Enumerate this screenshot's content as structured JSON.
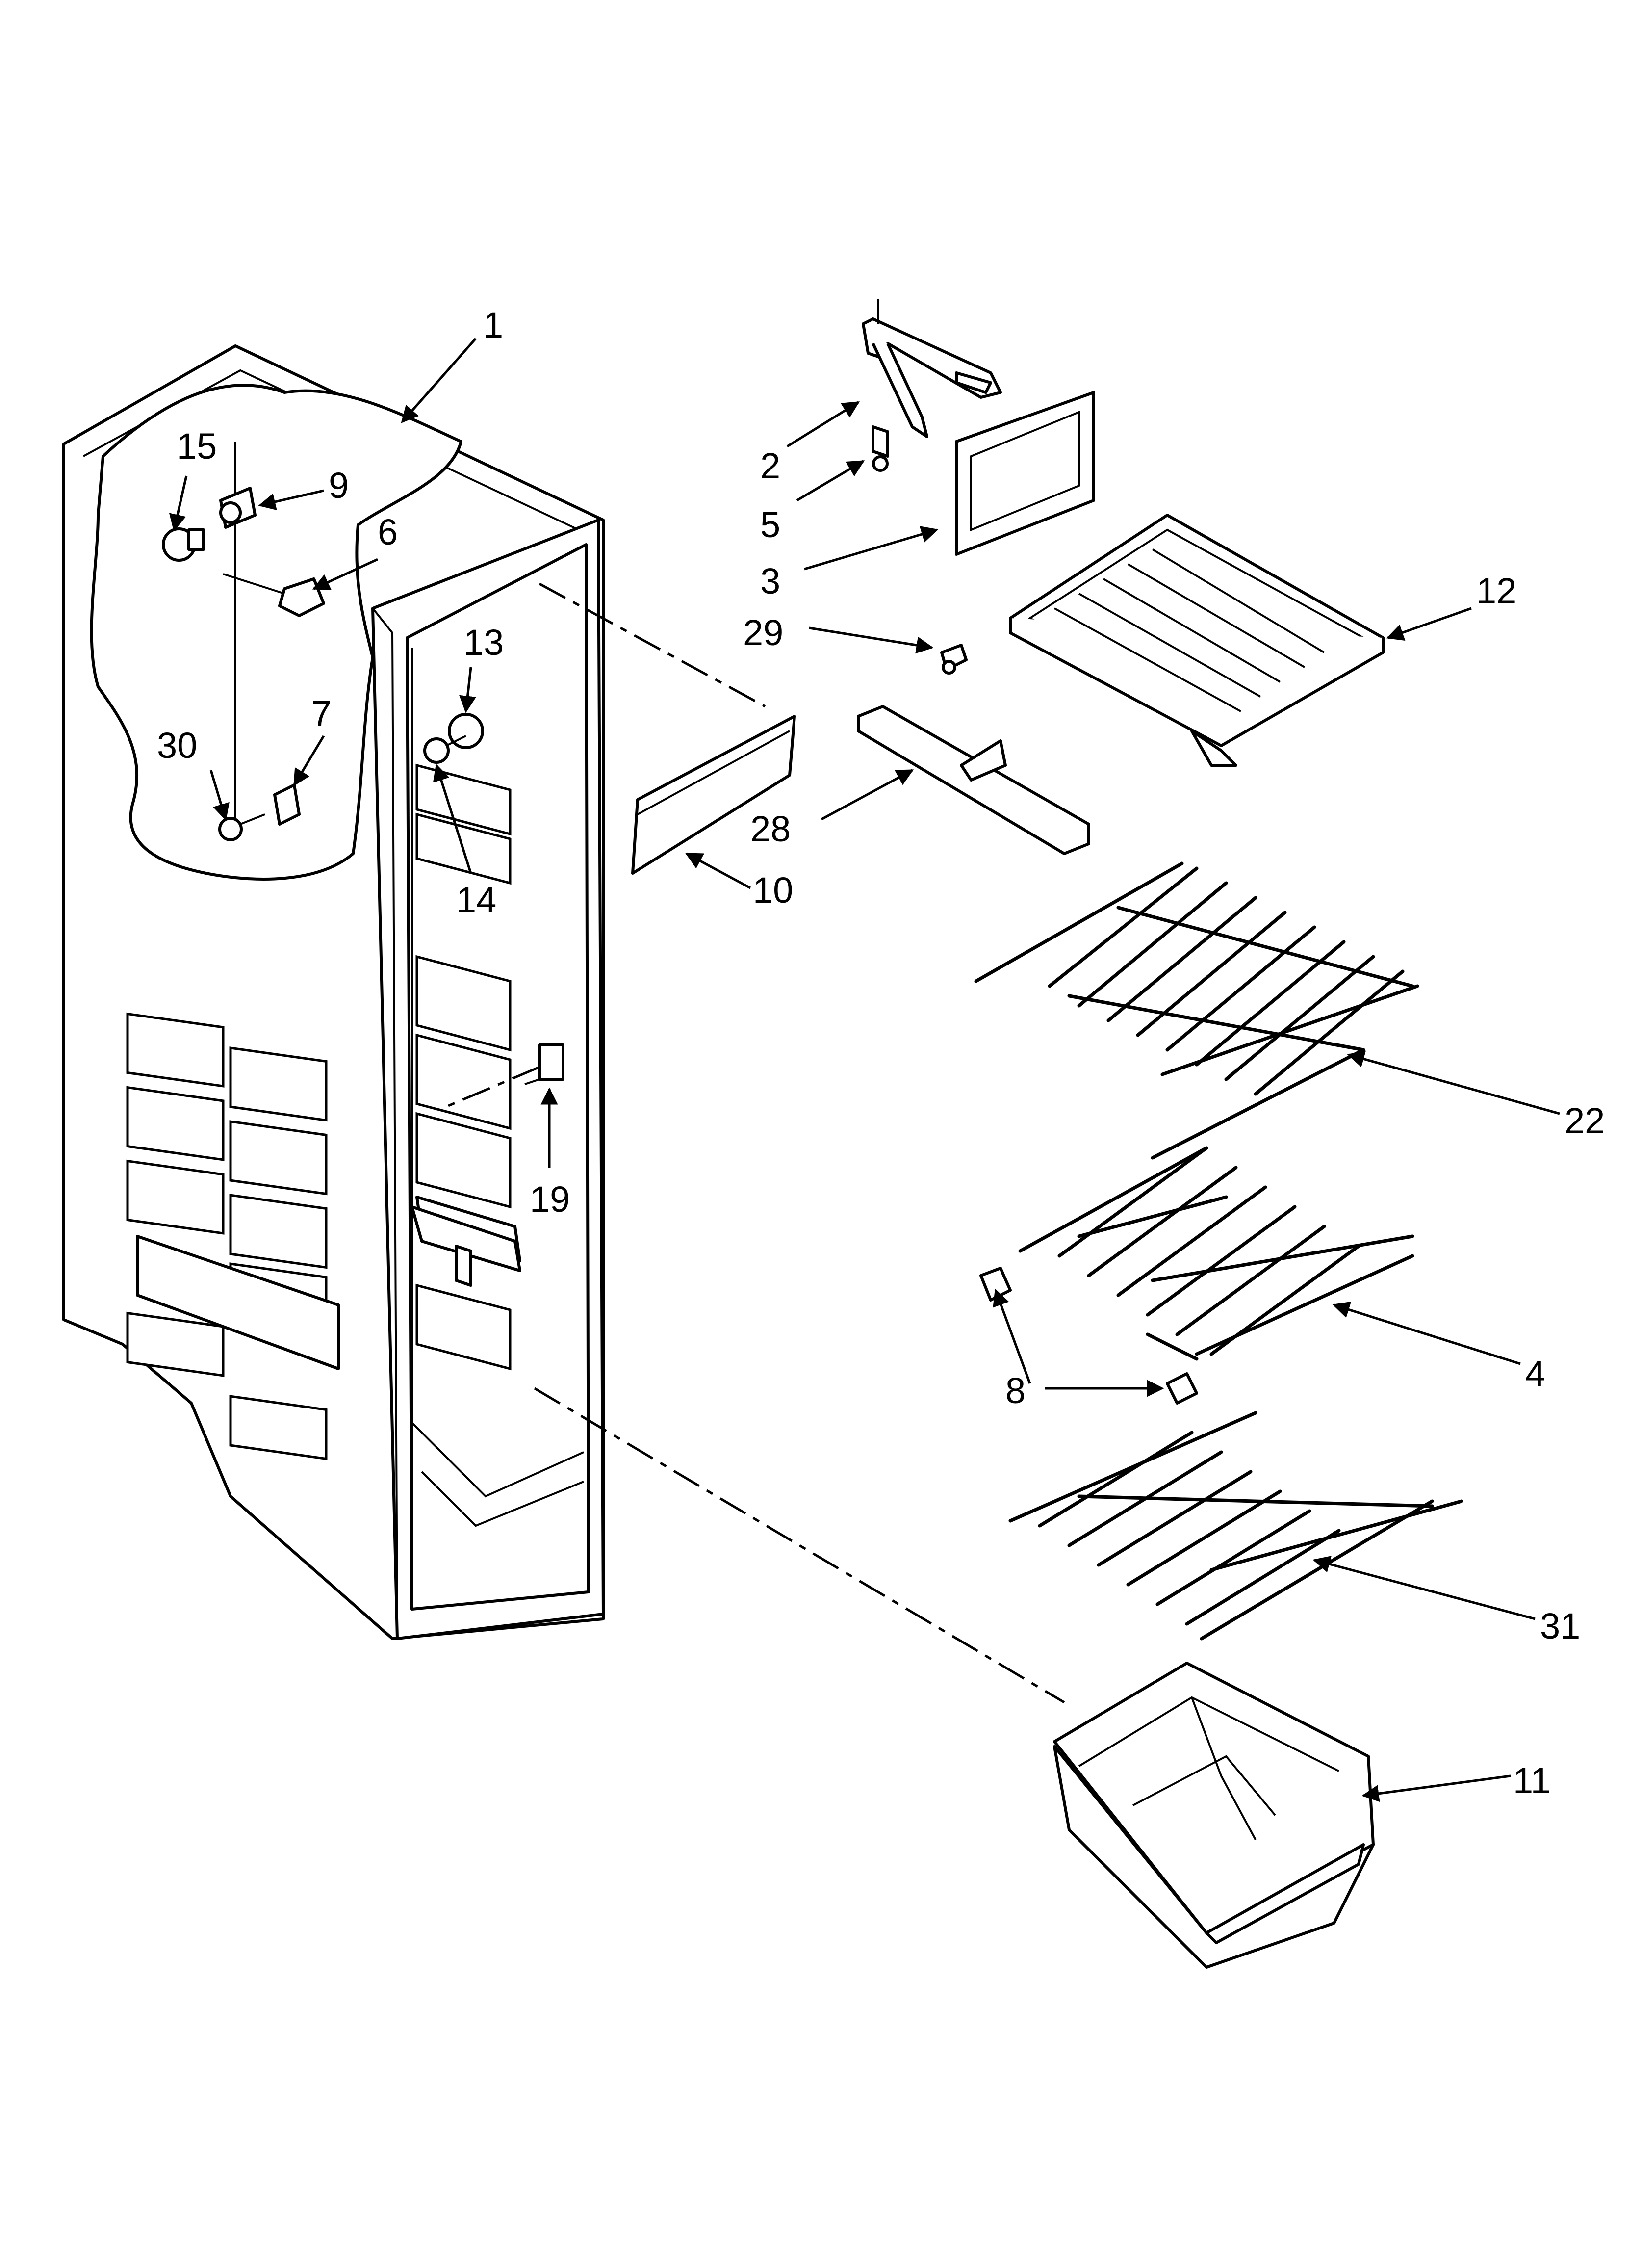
{
  "callouts": {
    "c1": "1",
    "c2": "2",
    "c3": "3",
    "c4": "4",
    "c5": "5",
    "c6": "6",
    "c7": "7",
    "c8": "8",
    "c9": "9",
    "c10": "10",
    "c11": "11",
    "c12": "12",
    "c13": "13",
    "c14": "14",
    "c15": "15",
    "c19": "19",
    "c22": "22",
    "c28": "28",
    "c29": "29",
    "c30": "30",
    "c31": "31"
  }
}
